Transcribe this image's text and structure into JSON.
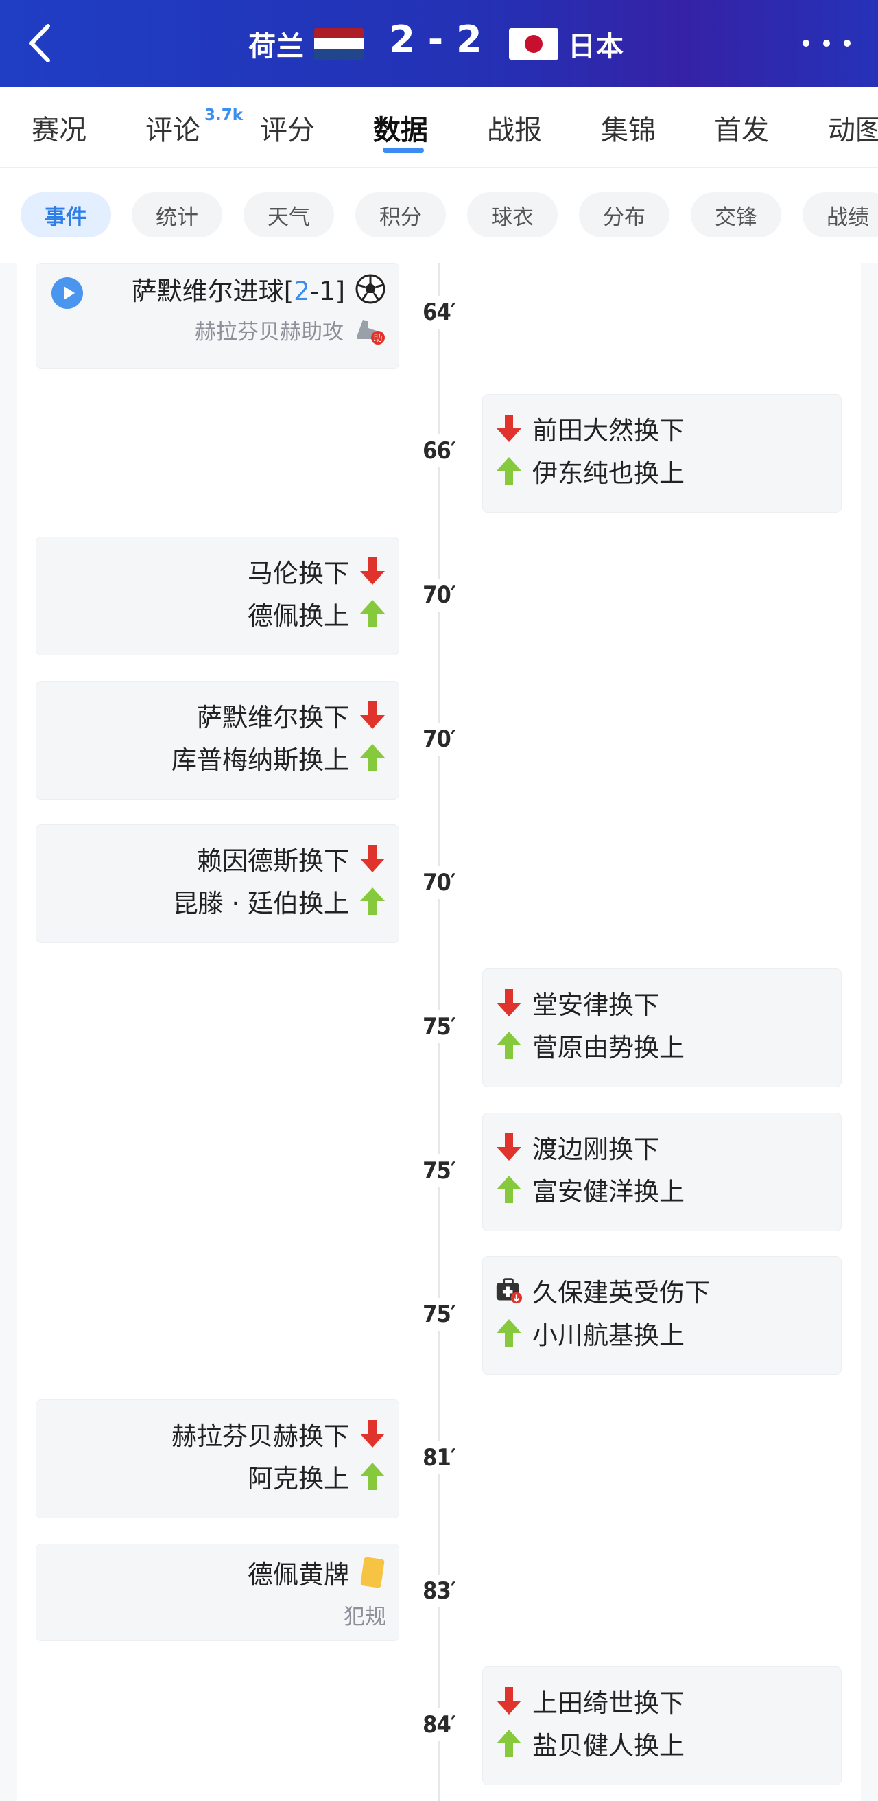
{
  "header": {
    "home_team": "荷兰",
    "away_team": "日本",
    "score": "2 - 2"
  },
  "tabs": [
    {
      "label": "赛况"
    },
    {
      "label": "评论",
      "badge": "3.7k"
    },
    {
      "label": "评分"
    },
    {
      "label": "数据"
    },
    {
      "label": "战报"
    },
    {
      "label": "集锦"
    },
    {
      "label": "首发"
    },
    {
      "label": "动图"
    }
  ],
  "subtabs": [
    "事件",
    "统计",
    "天气",
    "积分",
    "球衣",
    "分布",
    "交锋",
    "战绩"
  ],
  "events": [
    {
      "minute": "64′",
      "side": "left",
      "type": "goal",
      "player": "萨默维尔进球",
      "score_open": "[",
      "score_home": "2",
      "score_away": "-1]",
      "assist": "赫拉芬贝赫助攻",
      "assist_mark": "助"
    },
    {
      "minute": "66′",
      "side": "right",
      "type": "sub",
      "out": "前田大然换下",
      "in": "伊东纯也换上"
    },
    {
      "minute": "70′",
      "side": "left",
      "type": "sub",
      "out": "马伦换下",
      "in": "德佩换上"
    },
    {
      "minute": "70′",
      "side": "left",
      "type": "sub",
      "out": "萨默维尔换下",
      "in": "库普梅纳斯换上"
    },
    {
      "minute": "70′",
      "side": "left",
      "type": "sub",
      "out": "赖因德斯换下",
      "in": "昆滕 · 廷伯换上"
    },
    {
      "minute": "75′",
      "side": "right",
      "type": "sub",
      "out": "堂安律换下",
      "in": "菅原由势换上"
    },
    {
      "minute": "75′",
      "side": "right",
      "type": "sub",
      "out": "渡边刚换下",
      "in": "富安健洋换上"
    },
    {
      "minute": "75′",
      "side": "right",
      "type": "injury_sub",
      "out": "久保建英受伤下",
      "in": "小川航基换上"
    },
    {
      "minute": "81′",
      "side": "left",
      "type": "sub",
      "out": "赫拉芬贝赫换下",
      "in": "阿克换上"
    },
    {
      "minute": "83′",
      "side": "left",
      "type": "yellow",
      "player": "德佩黄牌",
      "reason": "犯规"
    },
    {
      "minute": "84′",
      "side": "right",
      "type": "sub",
      "out": "上田绮世换下",
      "in": "盐贝健人换上"
    }
  ],
  "colors": {
    "accent": "#3c8bf0",
    "sub_out": "#e0332c",
    "sub_in": "#86c93c",
    "yellow_card": "#f6c343"
  }
}
